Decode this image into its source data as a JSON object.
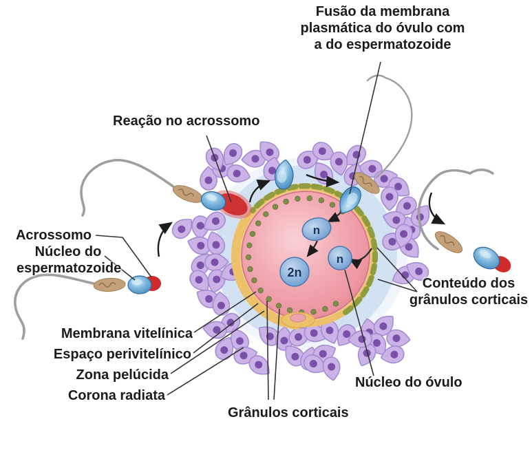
{
  "diagram_subject": "Fecundação — fusão do espermatozoide com o óvulo",
  "labels": {
    "fusao": {
      "lines": [
        "Fusão da membrana",
        "plasmática do óvulo com",
        "a do espermatozoide"
      ]
    },
    "reacao": "Reação no acrossomo",
    "acrossomo": "Acrossomo",
    "nucleo_espermatozoide": {
      "lines": [
        "Núcleo do",
        "espermatozoide"
      ]
    },
    "membrana": "Membrana vitelínica",
    "espaco": "Espaço perivitelínico",
    "zona": "Zona pelúcida",
    "corona": "Corona radiata",
    "granulos": "Grânulos corticais",
    "nucleo_ovulo": "Núcleo do óvulo",
    "conteudo": {
      "lines": [
        "Conteúdo dos",
        "grânulos corticais"
      ]
    }
  },
  "nuclei": {
    "sperm_pronucleus": "n",
    "egg_pronucleus": "n",
    "zygote_nucleus": "2n"
  },
  "colors": {
    "egg_cytoplasm": "#f0a0ab",
    "zona_pellucida": "#ecc169",
    "perivitelline_space": "#d3e2f3",
    "corona_cell": "#cbb3e8",
    "corona_cell_border": "#a58cd2",
    "corona_nucleus": "#7b50a8",
    "sperm_head_blue": "#4f90c4",
    "acrosome_red": "#cf2b2b",
    "midpiece_tan": "#c3a07a",
    "tail_gray": "#9e9e9e",
    "cortical_granule": "#7d8f4a",
    "granule_content_green": "#8a9b3e",
    "pronucleus_blue": "#7da3d4",
    "label_text": "#1b1b1b"
  }
}
